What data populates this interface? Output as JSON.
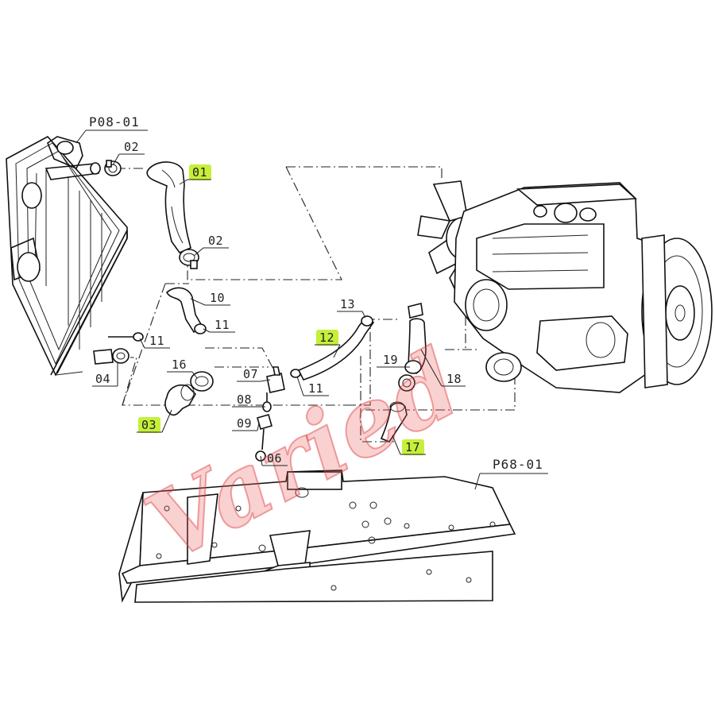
{
  "assemblies": {
    "radiator": "P08-01",
    "frame": "P68-01"
  },
  "callouts": [
    {
      "id": "c01",
      "label": "01",
      "highlight": true
    },
    {
      "id": "c02a",
      "label": "02",
      "highlight": false
    },
    {
      "id": "c02b",
      "label": "02",
      "highlight": false
    },
    {
      "id": "c03",
      "label": "03",
      "highlight": true
    },
    {
      "id": "c04",
      "label": "04",
      "highlight": false
    },
    {
      "id": "c06",
      "label": "06",
      "highlight": false
    },
    {
      "id": "c07",
      "label": "07",
      "highlight": false
    },
    {
      "id": "c08",
      "label": "08",
      "highlight": false
    },
    {
      "id": "c09",
      "label": "09",
      "highlight": false
    },
    {
      "id": "c10",
      "label": "10",
      "highlight": false
    },
    {
      "id": "c11a",
      "label": "11",
      "highlight": false
    },
    {
      "id": "c11b",
      "label": "11",
      "highlight": false
    },
    {
      "id": "c11c",
      "label": "11",
      "highlight": false
    },
    {
      "id": "c12",
      "label": "12",
      "highlight": true
    },
    {
      "id": "c13",
      "label": "13",
      "highlight": false
    },
    {
      "id": "c16",
      "label": "16",
      "highlight": false
    },
    {
      "id": "c17",
      "label": "17",
      "highlight": true
    },
    {
      "id": "c18",
      "label": "18",
      "highlight": false
    },
    {
      "id": "c19",
      "label": "19",
      "highlight": false
    }
  ],
  "watermark": "Varied",
  "colors": {
    "highlight": "#c6ef3a",
    "watermark": "#e85a5a",
    "line": "#111111"
  }
}
